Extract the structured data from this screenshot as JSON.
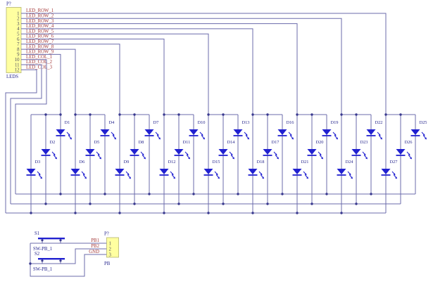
{
  "colors": {
    "background": "#ffffff",
    "wire": "#6b6bab",
    "junction": "#39398f",
    "led": "#2121d0",
    "net_label": "#a23535",
    "designator": "#26268e",
    "pin_number": "#4a4a5e",
    "connector_fill": "#ffffa0",
    "connector_border": "#b4b470"
  },
  "led_connector": {
    "designator": "P?",
    "label": "LEDS",
    "pins": [
      {
        "number": "1",
        "net": "LED_ROW_1"
      },
      {
        "number": "2",
        "net": "LED_ROW_2"
      },
      {
        "number": "3",
        "net": "LED_ROW_3"
      },
      {
        "number": "4",
        "net": "LED_ROW_4"
      },
      {
        "number": "5",
        "net": "LED_ROW_5"
      },
      {
        "number": "6",
        "net": "LED_ROW_6"
      },
      {
        "number": "7",
        "net": "LED_ROW_7"
      },
      {
        "number": "8",
        "net": "LED_ROW_8"
      },
      {
        "number": "9",
        "net": "LED_ROW_9"
      },
      {
        "number": "10",
        "net": "LED_COL_1"
      },
      {
        "number": "11",
        "net": "LED_COL_2"
      },
      {
        "number": "12",
        "net": "LED_COL_3"
      }
    ]
  },
  "led_groups": [
    {
      "top": "D1",
      "middle": "D2",
      "bottom": "D3"
    },
    {
      "top": "D4",
      "middle": "D5",
      "bottom": "D6"
    },
    {
      "top": "D7",
      "middle": "D8",
      "bottom": "D9"
    },
    {
      "top": "D10",
      "middle": "D11",
      "bottom": "D12"
    },
    {
      "top": "D13",
      "middle": "D14",
      "bottom": "D15"
    },
    {
      "top": "D16",
      "middle": "D17",
      "bottom": "D18"
    },
    {
      "top": "D19",
      "middle": "D20",
      "bottom": "D21"
    },
    {
      "top": "D22",
      "middle": "D23",
      "bottom": "D24"
    },
    {
      "top": "D25",
      "middle": "D26",
      "bottom": "D27"
    }
  ],
  "push_buttons": {
    "switches": [
      {
        "designator": "S1",
        "part": "SW-PB_1"
      },
      {
        "designator": "S2",
        "part": "SW-PB_1"
      }
    ],
    "connector": {
      "designator": "P?",
      "label": "PB",
      "pins": [
        {
          "number": "1",
          "net": "PB1"
        },
        {
          "number": "2",
          "net": "PB2"
        },
        {
          "number": "3",
          "net": "GND"
        }
      ]
    }
  }
}
